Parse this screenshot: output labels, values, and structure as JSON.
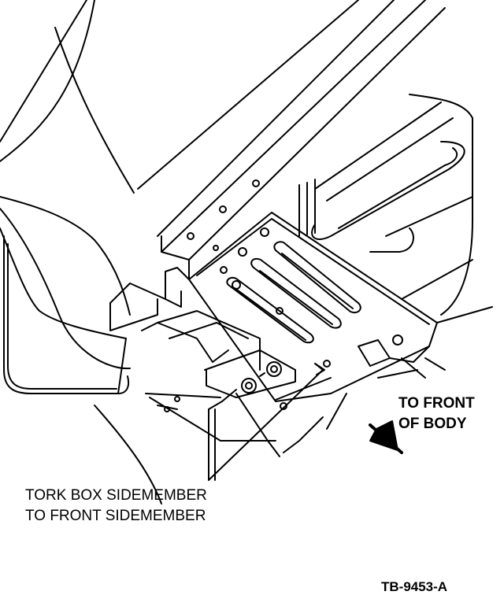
{
  "callouts": {
    "sidemember_line1": "TORK BOX SIDEMEMBER",
    "sidemember_line2": "TO FRONT SIDEMEMBER"
  },
  "direction": {
    "line1": "TO FRONT",
    "line2": "OF BODY"
  },
  "figure_id": "TB-9453-A",
  "colors": {
    "ink": "#000000",
    "paper": "#ffffff"
  }
}
